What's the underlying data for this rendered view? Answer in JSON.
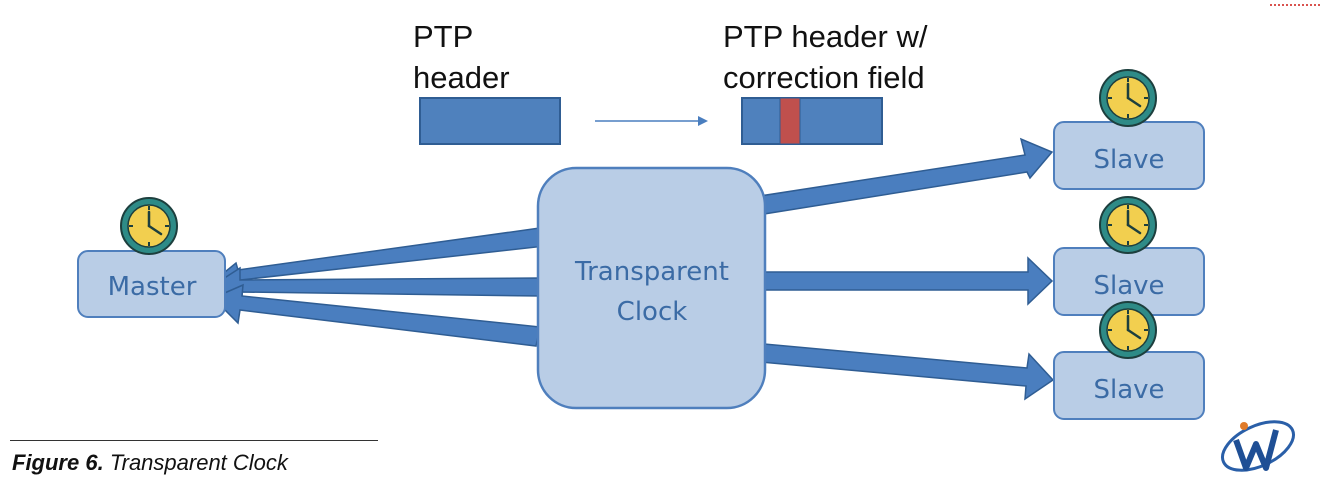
{
  "diagram": {
    "ptp_header_label_line1": "PTP",
    "ptp_header_label_line2": "header",
    "ptp_header_corr_label_line1": "PTP header w/",
    "ptp_header_corr_label_line2": "correction field",
    "transparent_clock_line1": "Transparent",
    "transparent_clock_line2": "Clock",
    "master_label": "Master",
    "slaves": [
      {
        "label": "Slave"
      },
      {
        "label": "Slave"
      },
      {
        "label": "Slave"
      }
    ]
  },
  "caption": {
    "figure_number": "Figure 6.",
    "figure_title": "Transparent Clock"
  },
  "colors": {
    "box_fill": "#b9cde6",
    "box_stroke": "#4f7fbd",
    "arrow_fill": "#4a7ebf",
    "header_fill": "#4f81bd",
    "correction_fill": "#c0504d",
    "clock_face": "#f2cf4f",
    "clock_ring": "#2e8b87"
  },
  "icons": {
    "clock": "clock-icon",
    "logo": "logo-icon"
  }
}
